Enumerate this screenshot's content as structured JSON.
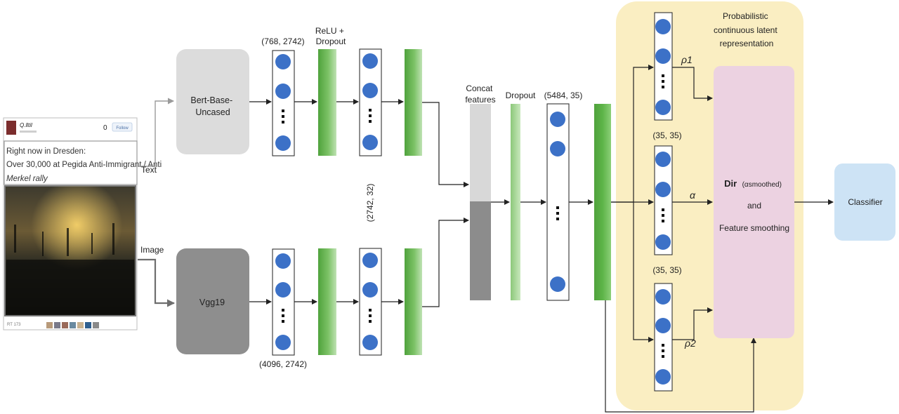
{
  "input": {
    "tweet_user": "Q.lltil",
    "tweet_count": "0",
    "tweet_follow": "Follow",
    "tweet_text": [
      "Right now in Dresden:",
      "Over 30,000 at Pegida Anti-Immigrant / Anti",
      "Merkel rally"
    ],
    "tweet_footer": "RT 173",
    "text_label": "Text",
    "image_label": "Image"
  },
  "text_branch": {
    "encoder": [
      "Bert-Base-",
      "Uncased"
    ],
    "shape": "(768, 2742)",
    "activation": [
      "ReLU +",
      "Dropout"
    ]
  },
  "image_branch": {
    "encoder": "Vgg19",
    "shape": "(4096, 2742)"
  },
  "shared": {
    "hidden_shape": "(2742, 32)",
    "concat": [
      "Concat",
      "features"
    ],
    "dropout": "Dropout",
    "fusion_shape": "(5484, 35)"
  },
  "latent": {
    "title": [
      "Probabilistic",
      "continuous latent",
      "representation"
    ],
    "shape_1": "(35, 35)",
    "shape_2": "(35, 35)",
    "rho1": "ρ1",
    "alpha": "α",
    "rho2": "ρ2",
    "dir_main": "Dir",
    "dir_sub": "(αsmoothed)",
    "and": "and",
    "smoothing": "Feature smoothing"
  },
  "classifier": "Classifier",
  "colors": {
    "latent_bg": "#faeec2",
    "dir_box": "#ecd2e1",
    "classifier_box": "#cde3f5",
    "bert_box": "#dcdcdc",
    "vgg_box": "#8e8e8e",
    "neuron": "#3c71c7",
    "green_layer": "#5faf46",
    "light_green": "#a4d394",
    "concat_top": "#d8d8d8",
    "concat_bottom": "#8c8c8c"
  }
}
